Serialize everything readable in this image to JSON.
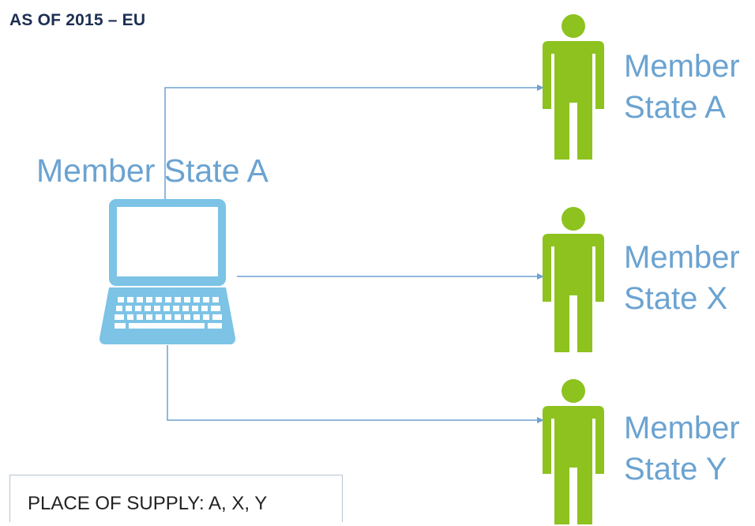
{
  "title": "AS OF 2015 – EU",
  "seller": {
    "label": "Member State A",
    "icon": "laptop-icon"
  },
  "recipients": [
    {
      "line1": "Member",
      "line2": "State A",
      "icon": "person-icon"
    },
    {
      "line1": "Member",
      "line2": "State X",
      "icon": "person-icon"
    },
    {
      "line1": "Member",
      "line2": "State Y",
      "icon": "person-icon"
    }
  ],
  "place_of_supply": "PLACE OF SUPPLY: A, X, Y",
  "colors": {
    "title": "#1c2f52",
    "label_blue": "#6ba3d1",
    "laptop": "#7cc3e6",
    "person": "#8dc21f",
    "connector": "#6fa1d1"
  }
}
